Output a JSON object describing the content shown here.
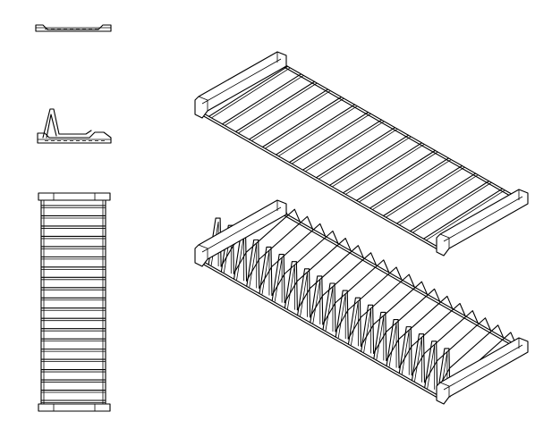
{
  "colors": {
    "background": "#ffffff",
    "line": "#000000"
  },
  "views": [
    {
      "id": "side-view-flat-rack",
      "wire_count": 0
    },
    {
      "id": "side-view-plate-rack",
      "wire_count": 0
    },
    {
      "id": "top-view-rack",
      "wire_count": 20
    },
    {
      "id": "iso-view-flat-rack",
      "wire_count": 18
    },
    {
      "id": "iso-view-plate-rack",
      "wire_count": 19
    }
  ]
}
